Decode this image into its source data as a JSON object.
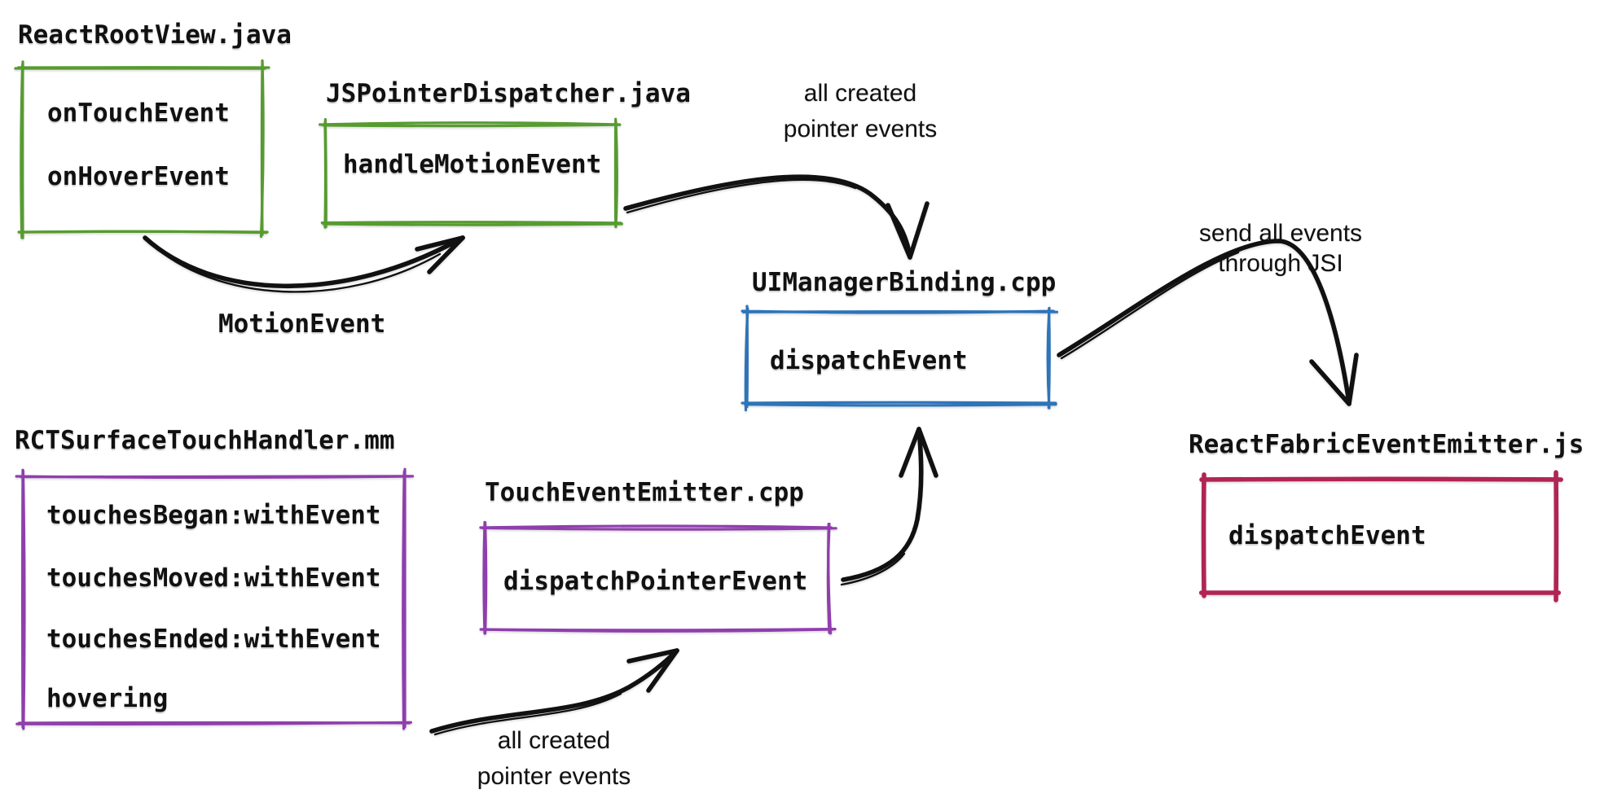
{
  "diagram": {
    "title": "React Native pointer events flow",
    "colors": {
      "android_green": "#579b30",
      "cpp_blue": "#2e74b8",
      "ios_purple": "#8f3fad",
      "js_crimson": "#b02553",
      "ink": "#111111",
      "background": "#ffffff"
    },
    "groups": [
      {
        "id": "react-root-view",
        "file": "ReactRootView.java",
        "color": "#579b30",
        "methods": [
          "onTouchEvent",
          "onHoverEvent"
        ]
      },
      {
        "id": "js-pointer-dispatcher",
        "file": "JSPointerDispatcher.java",
        "color": "#579b30",
        "methods": [
          "handleMotionEvent"
        ]
      },
      {
        "id": "ui-manager-binding",
        "file": "UIManagerBinding.cpp",
        "color": "#2e74b8",
        "methods": [
          "dispatchEvent"
        ]
      },
      {
        "id": "rct-surface-touch-handler",
        "file": "RCTSurfaceTouchHandler.mm",
        "color": "#8f3fad",
        "methods": [
          "touchesBegan:withEvent",
          "touchesMoved:withEvent",
          "touchesEnded:withEvent",
          "hovering"
        ]
      },
      {
        "id": "touch-event-emitter",
        "file": "TouchEventEmitter.cpp",
        "color": "#8f3fad",
        "methods": [
          "dispatchPointerEvent"
        ]
      },
      {
        "id": "react-fabric-event-emitter",
        "file": "ReactFabricEventEmitter.js",
        "color": "#b02553",
        "methods": [
          "dispatchEvent"
        ]
      }
    ],
    "edge_labels": [
      {
        "id": "motion-event",
        "line1": "MotionEvent",
        "line2": ""
      },
      {
        "id": "all-created-pointer-events-top",
        "line1": "all created",
        "line2": "pointer events"
      },
      {
        "id": "send-all-events-through-jsi",
        "line1": "send all events",
        "line2": "through JSI"
      },
      {
        "id": "all-created-pointer-events-bottom",
        "line1": "all created",
        "line2": "pointer events"
      }
    ]
  }
}
